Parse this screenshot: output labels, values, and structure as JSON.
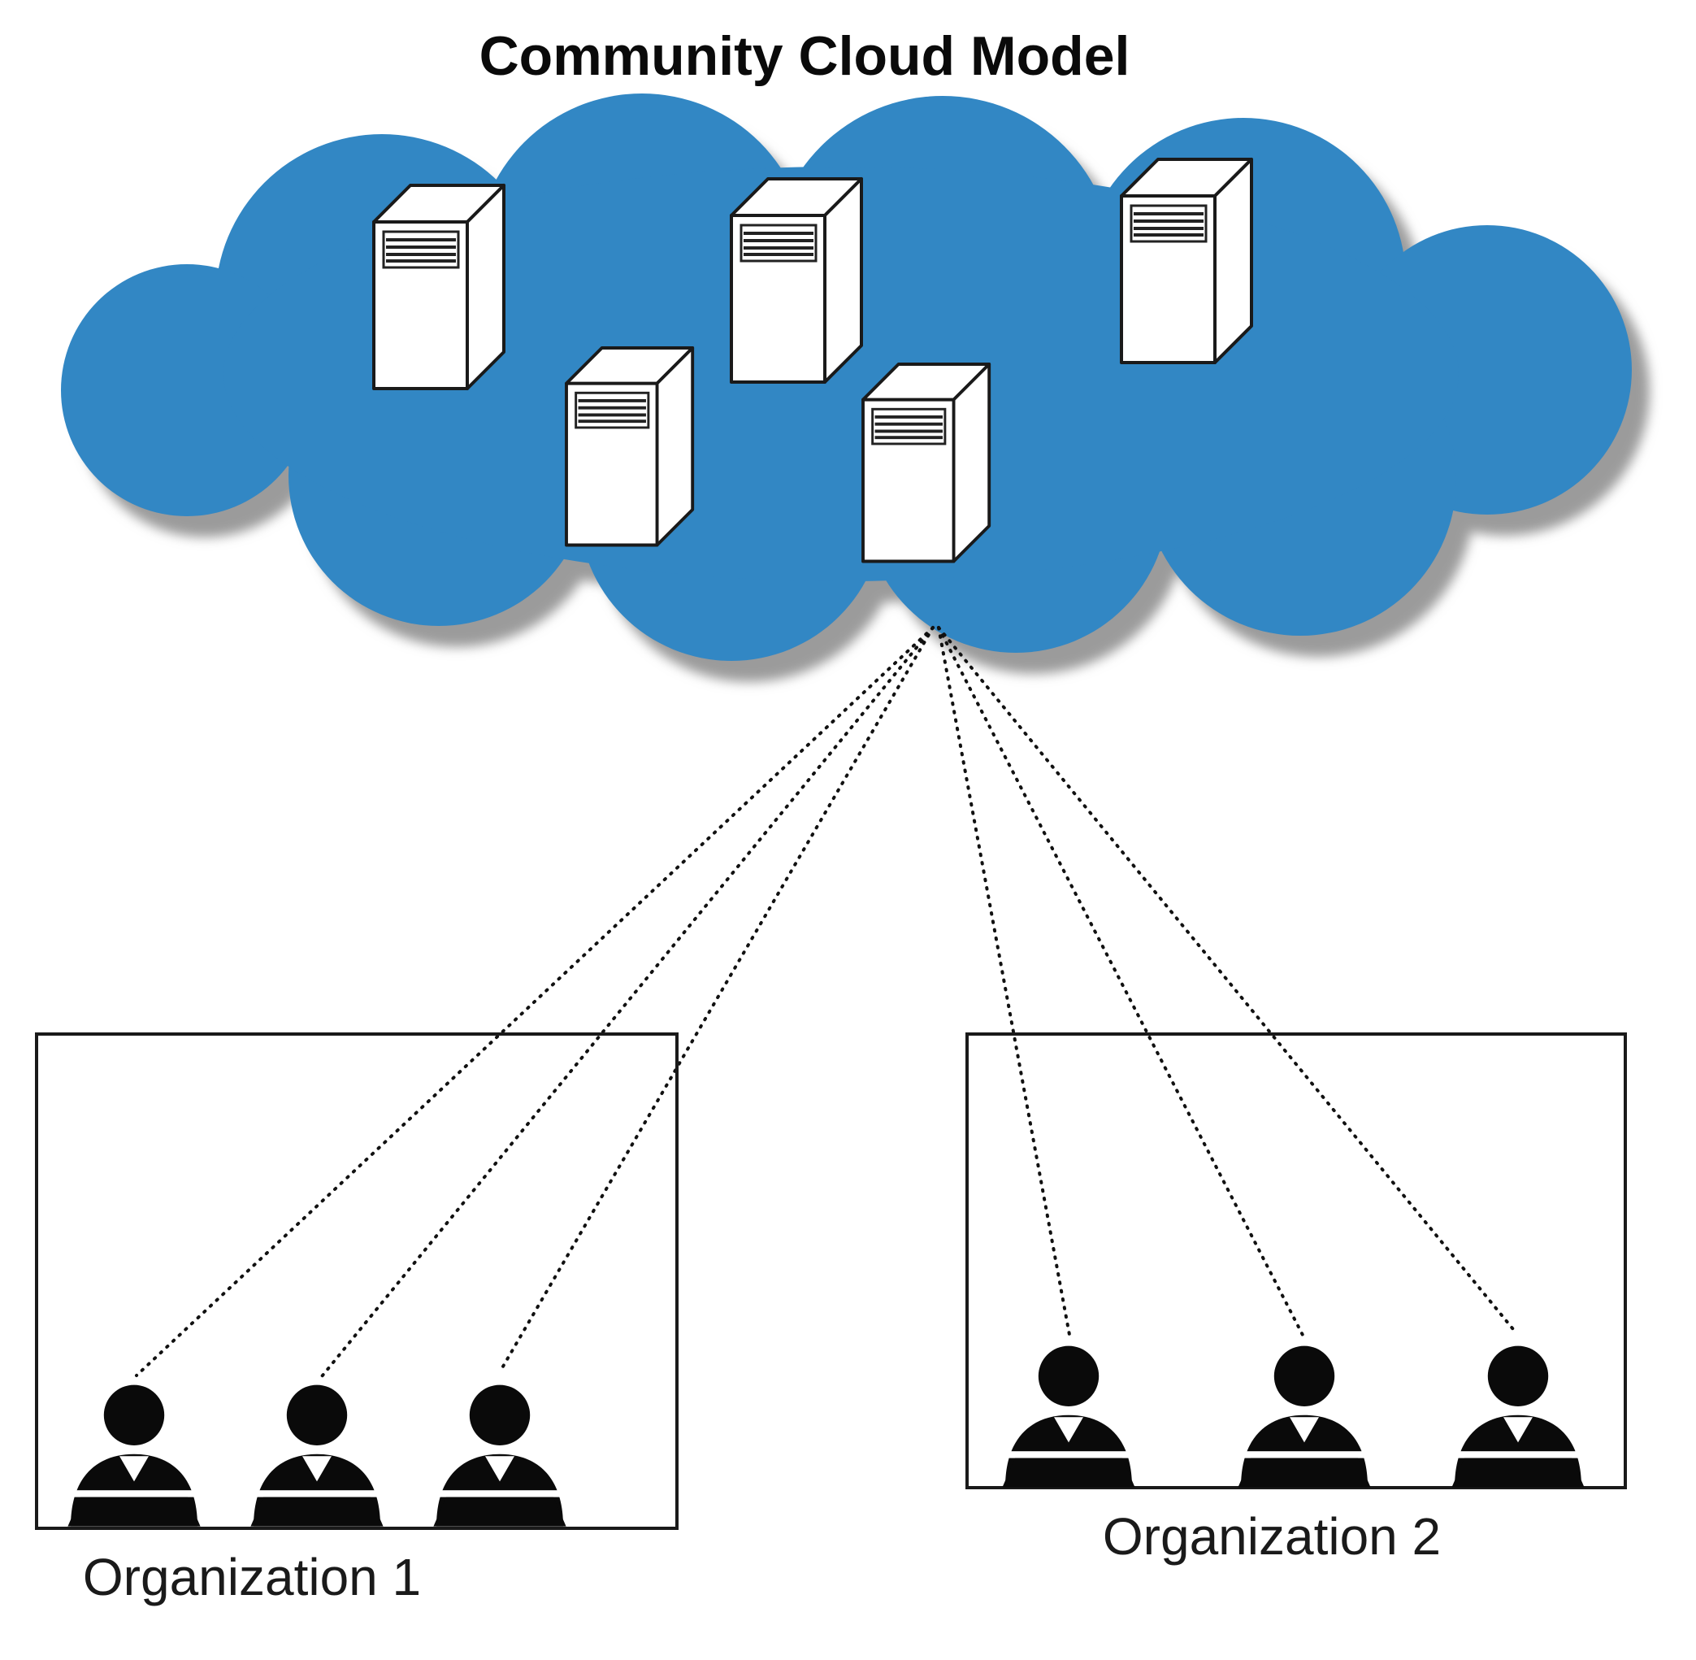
{
  "title": "Community Cloud Model",
  "cloud": {
    "name": "community cloud",
    "color": "#3287C4",
    "shadow_color": "#9B9B9B",
    "server_count": 5
  },
  "organizations": [
    {
      "label": "Organization 1",
      "user_count": 3
    },
    {
      "label": "Organization 2",
      "user_count": 3
    }
  ],
  "connections": {
    "style": "dotted",
    "count": 6,
    "color": "#111111"
  }
}
